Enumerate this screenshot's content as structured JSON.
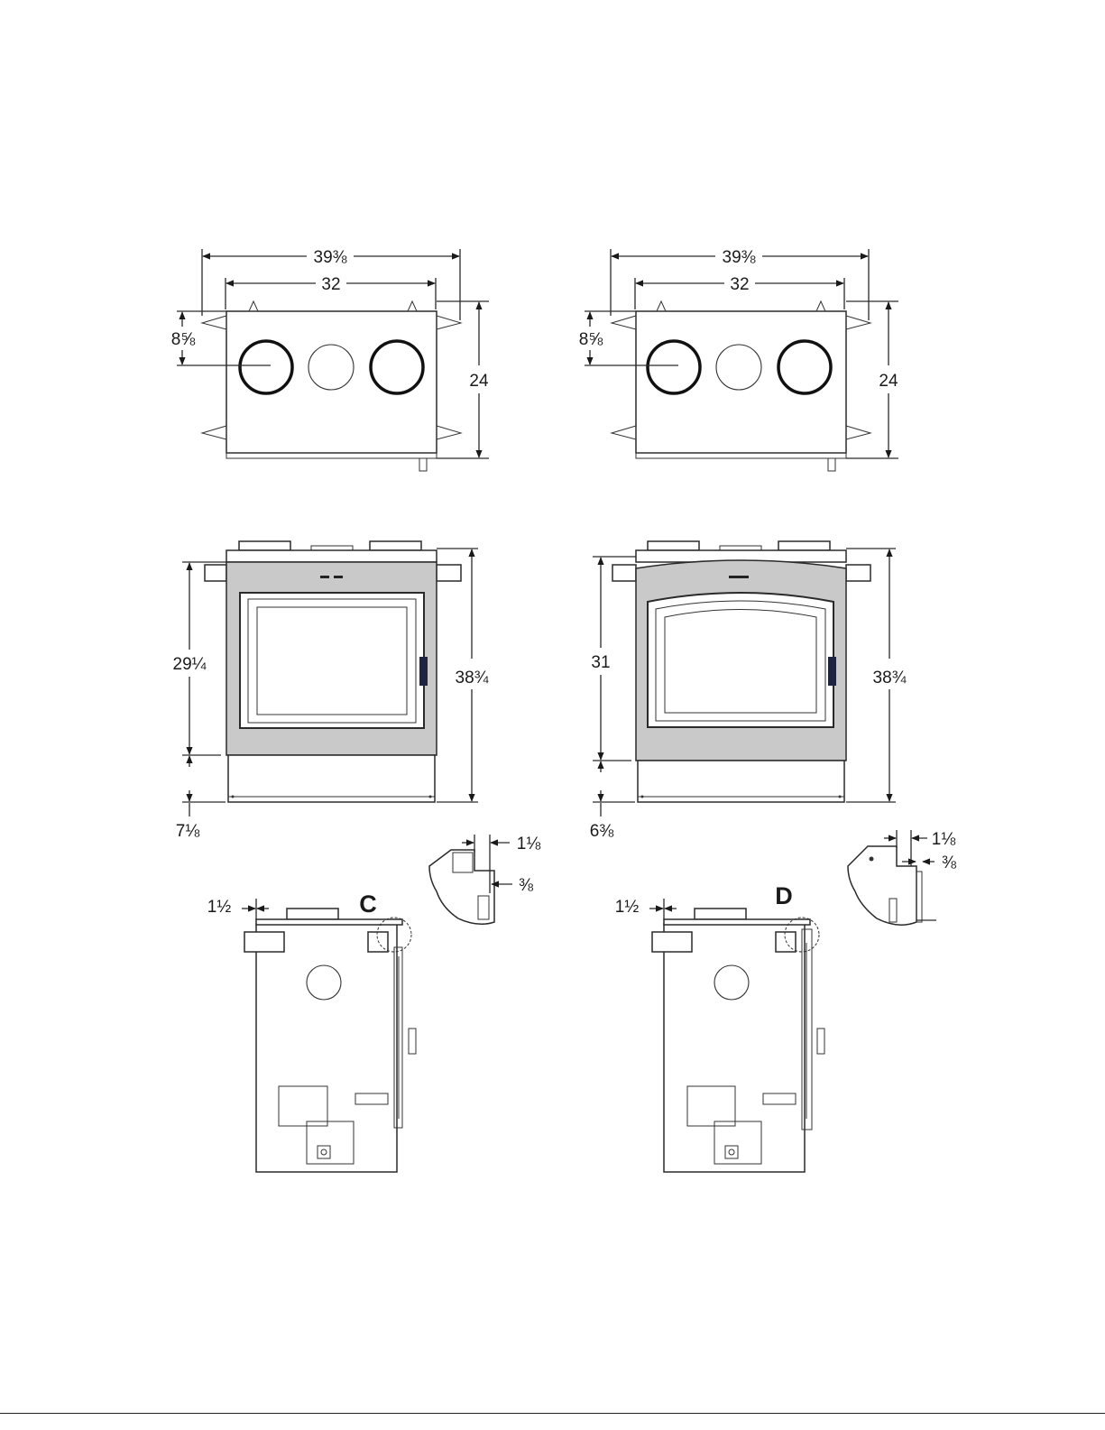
{
  "top_views": {
    "left": {
      "overall_width": "39⅜",
      "flue_spacing": "32",
      "flue_offset": "8⅝",
      "depth": "24"
    },
    "right": {
      "overall_width": "39⅜",
      "flue_spacing": "32",
      "flue_offset": "8⅝",
      "depth": "24"
    }
  },
  "front_views": {
    "left": {
      "face_height": "29¼",
      "overall_height": "38¾",
      "base_height": "7⅛"
    },
    "right": {
      "face_height": "31",
      "overall_height": "38¾",
      "base_height": "6⅜"
    }
  },
  "side_views": {
    "left": {
      "detail_label": "C",
      "offset": "1½",
      "detail_gap": "1⅛",
      "detail_thickness": "⅜"
    },
    "right": {
      "detail_label": "D",
      "offset": "1½",
      "detail_gap": "1⅛",
      "detail_thickness": "⅜"
    }
  }
}
